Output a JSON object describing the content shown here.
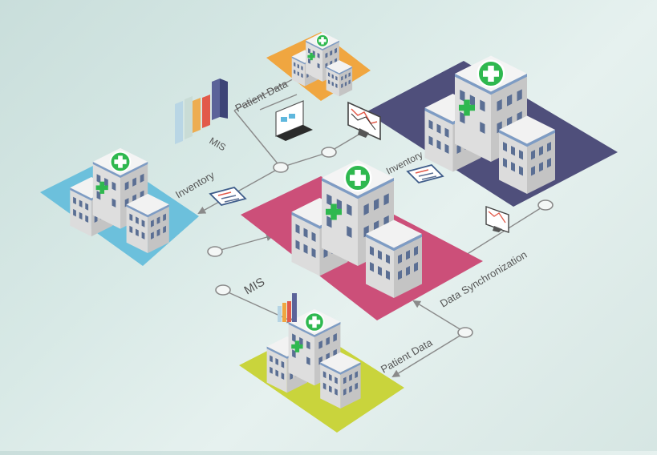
{
  "labels": {
    "patient_data_top": "Patient Data",
    "mis_top": "MIS",
    "inventory_left": "Inventory",
    "inventory_right": "Inventory",
    "data_sync": "Data Synchronization",
    "mis_bottom": "MIS",
    "patient_data_bottom": "Patient Data"
  },
  "colors": {
    "orange_pad": "#f0a640",
    "navy_pad": "#4f4f7b",
    "blue_pad": "#6cc0dc",
    "pink_pad": "#cc4f79",
    "lime_pad": "#c9d43c",
    "cross_green": "#2fb84f",
    "connector": "#8a8a8a"
  },
  "icons": [
    "hospital-icon",
    "bar-chart-icon",
    "laptop-icon",
    "monitor-chart-icon",
    "clipboard-icon"
  ]
}
